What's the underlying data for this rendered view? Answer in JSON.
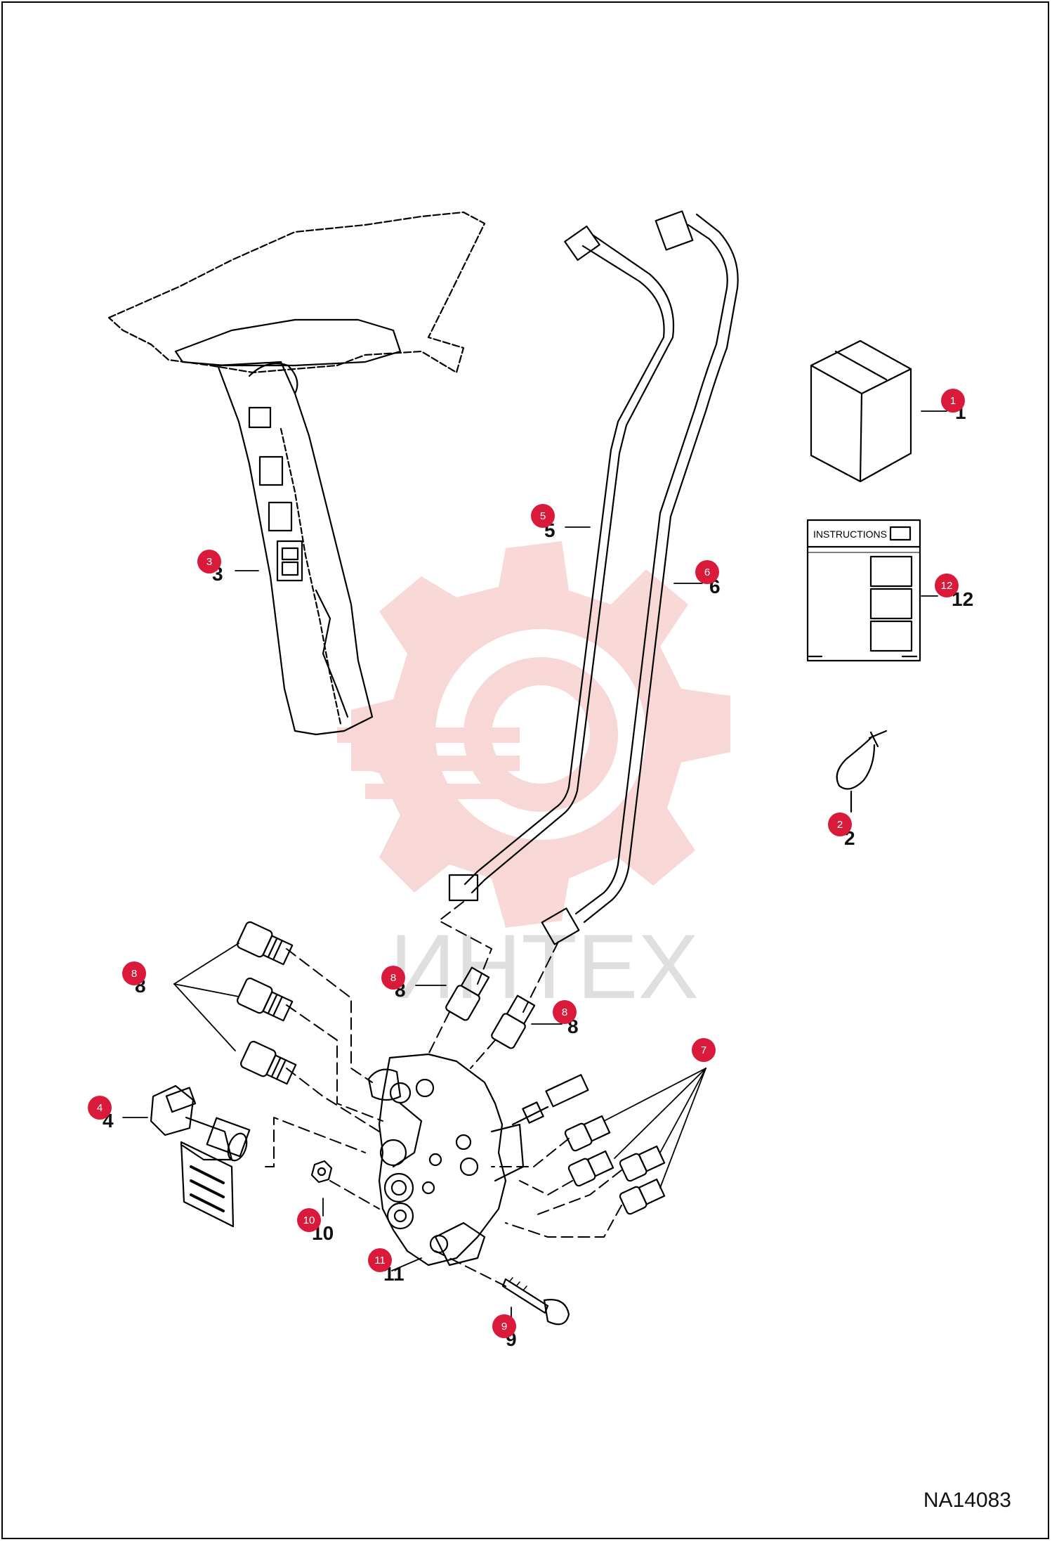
{
  "drawing_code": "NA14083",
  "instructions_label": "INSTRUCTIONS",
  "watermark_text": "ИНТЕХ",
  "colors": {
    "callout_fill": "#d91a3a",
    "callout_text": "#ffffff",
    "line": "#000000",
    "watermark": "#f4b8b8",
    "watermark_text": "#c8c8c8"
  },
  "callouts": [
    {
      "id": "c1",
      "label": "1"
    },
    {
      "id": "c12",
      "label": "12"
    },
    {
      "id": "c2",
      "label": "2"
    },
    {
      "id": "c3",
      "label": "3"
    },
    {
      "id": "c4",
      "label": "4"
    },
    {
      "id": "c5",
      "label": "5"
    },
    {
      "id": "c6",
      "label": "6"
    },
    {
      "id": "c7",
      "label": "7"
    },
    {
      "id": "c8a",
      "label": "8"
    },
    {
      "id": "c8b",
      "label": "8"
    },
    {
      "id": "c8c",
      "label": "8"
    },
    {
      "id": "c9",
      "label": "9"
    },
    {
      "id": "c10",
      "label": "10"
    },
    {
      "id": "c11",
      "label": "11"
    }
  ]
}
